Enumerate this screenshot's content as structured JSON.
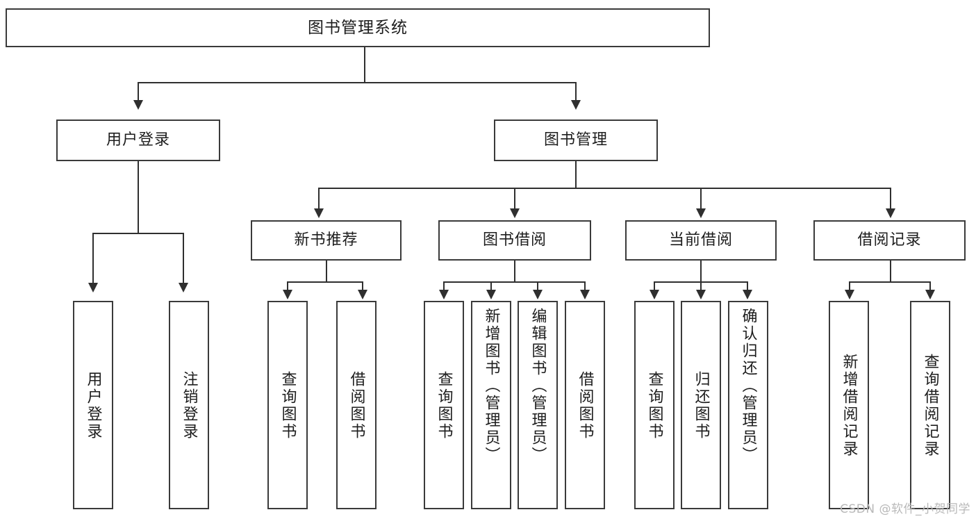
{
  "diagram": {
    "type": "tree",
    "title": "图书管理系统",
    "watermark": "CSDN @软件_小贺同学",
    "levels": {
      "root": {
        "label": "图书管理系统"
      },
      "level2": [
        {
          "label": "用户登录"
        },
        {
          "label": "图书管理"
        }
      ],
      "level3": [
        {
          "label": "新书推荐"
        },
        {
          "label": "图书借阅"
        },
        {
          "label": "当前借阅"
        },
        {
          "label": "借阅记录"
        }
      ]
    },
    "leaves": {
      "user_login": [
        {
          "label": "用户登录"
        },
        {
          "label": "注销登录"
        }
      ],
      "new_book_recommend": [
        {
          "label": "查询图书"
        },
        {
          "label": "借阅图书"
        }
      ],
      "book_borrow": [
        {
          "label": "查询图书"
        },
        {
          "label": "新增图书（管理员）"
        },
        {
          "label": "编辑图书（管理员）"
        },
        {
          "label": "借阅图书"
        }
      ],
      "current_borrow": [
        {
          "label": "查询图书"
        },
        {
          "label": "归还图书"
        },
        {
          "label": "确认归还（管理员）"
        }
      ],
      "borrow_record": [
        {
          "label": "新增借阅记录"
        },
        {
          "label": "查询借阅记录"
        }
      ]
    },
    "colors": {
      "box_border": "#3a3a3a",
      "connector": "#2f2f2f",
      "text": "#1d1d1d",
      "background": "#ffffff",
      "watermark": "#b9b9b9"
    }
  }
}
